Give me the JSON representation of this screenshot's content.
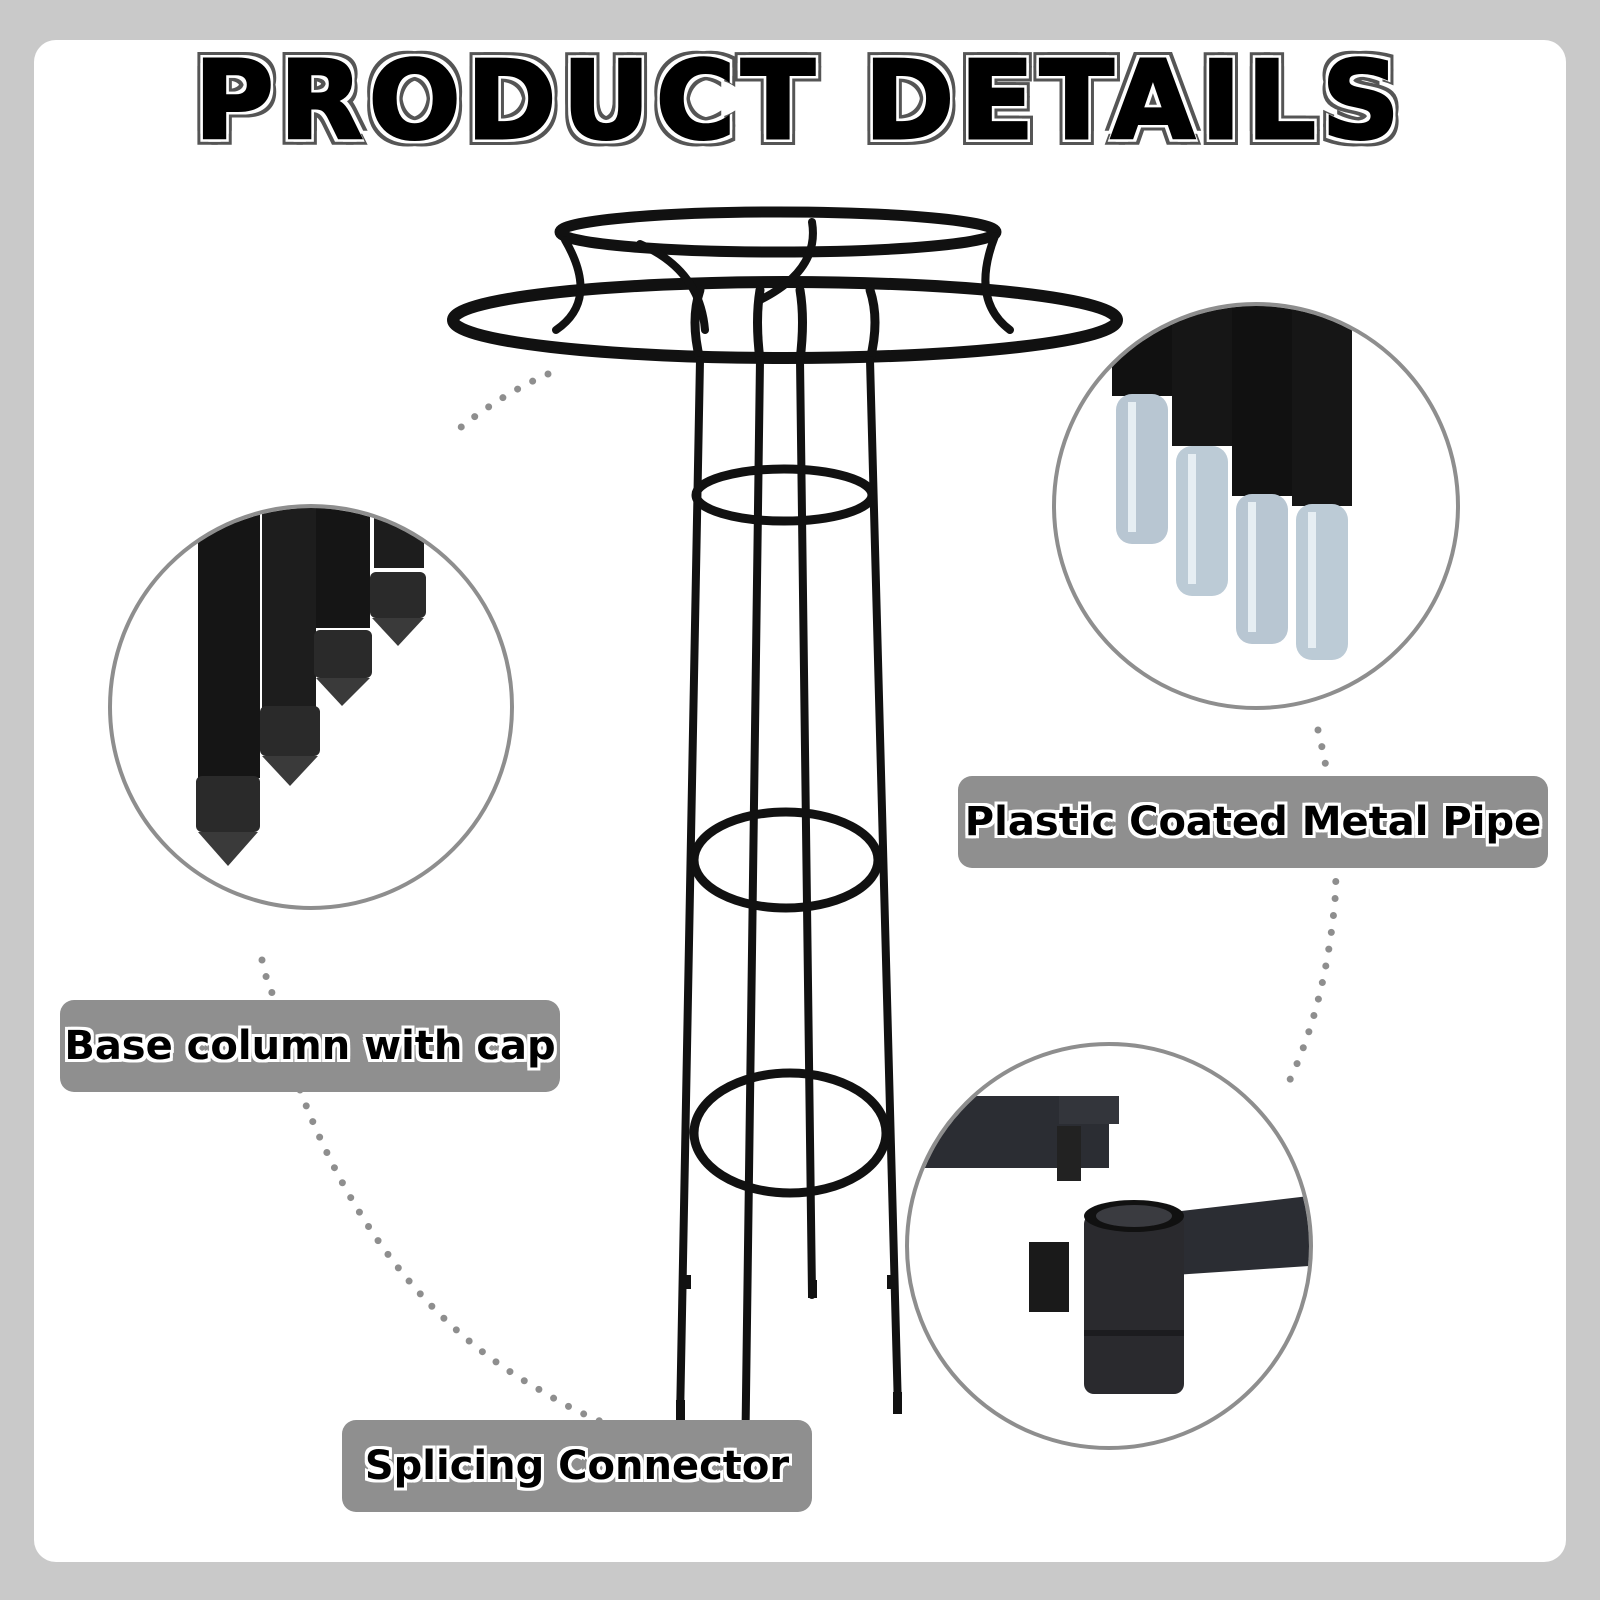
{
  "title": "PRODUCT DETAILS",
  "labels": {
    "base_column": "Base column with cap",
    "metal_pipe": "Plastic Coated Metal Pipe",
    "splicing": "Splicing Connector"
  },
  "colors": {
    "background": "#c9c9c9",
    "card": "#ffffff",
    "label_bg": "#8f8f8f",
    "frame": "#111111",
    "pipe_silver": "#b8c6d2"
  },
  "icons": [
    "trellis-obelisk",
    "pipe-cap-detail",
    "coated-pipe-detail",
    "connector-detail"
  ]
}
